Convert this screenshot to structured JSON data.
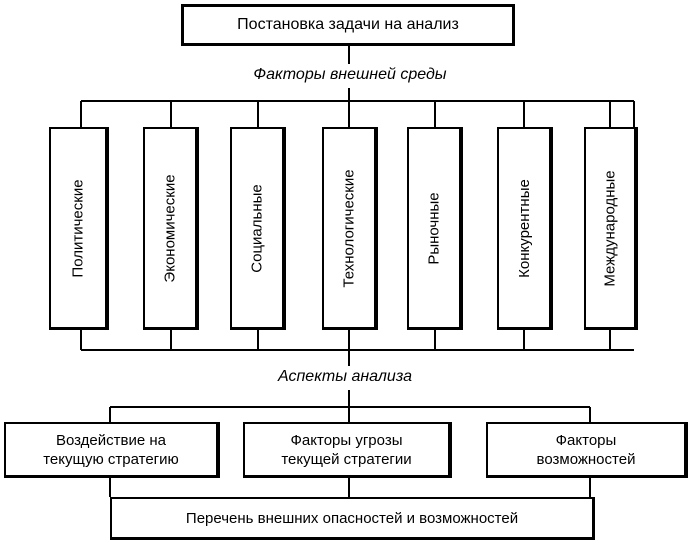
{
  "header": {
    "title": "Постановка задачи на анализ"
  },
  "factors": {
    "heading": "Факторы внешней среды",
    "items": [
      {
        "label": "Политические"
      },
      {
        "label": "Экономические"
      },
      {
        "label": "Социальные"
      },
      {
        "label": "Технологические"
      },
      {
        "label": "Рыночные"
      },
      {
        "label": "Конкурентные"
      },
      {
        "label": "Международные"
      }
    ]
  },
  "aspects": {
    "heading": "Аспекты анализа",
    "items": [
      {
        "line1": "Воздействие на",
        "line2": "текущую стратегию"
      },
      {
        "line1": "Факторы угрозы",
        "line2": "текущей стратегии"
      },
      {
        "line1": "Факторы",
        "line2": "возможностей"
      }
    ]
  },
  "result": {
    "label": "Перечень внешних опасностей и возможностей"
  }
}
